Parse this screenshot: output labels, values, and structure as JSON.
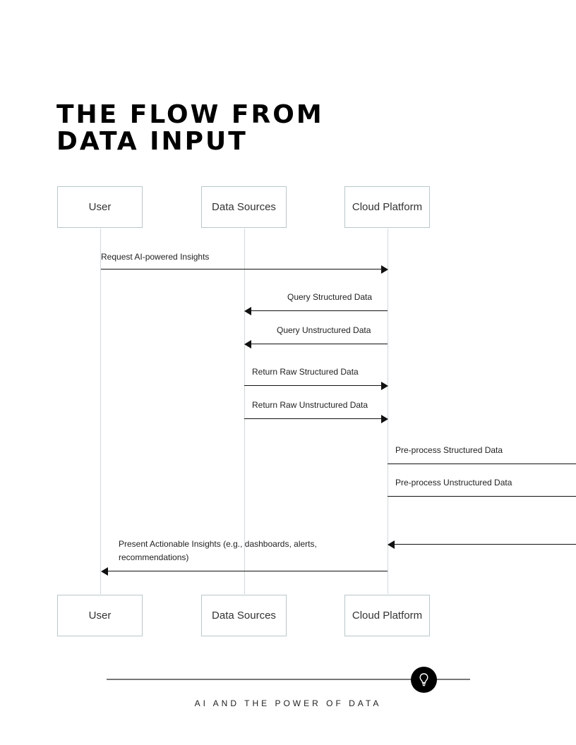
{
  "title": {
    "line1": "THE FLOW FROM",
    "line2": "DATA INPUT"
  },
  "participants": {
    "user": "User",
    "data_sources": "Data Sources",
    "cloud_platform": "Cloud Platform"
  },
  "messages": {
    "m1": "Request AI-powered Insights",
    "m2": "Query Structured Data",
    "m3": "Query Unstructured Data",
    "m4": "Return Raw Structured Data",
    "m5": "Return Raw Unstructured Data",
    "m6": "Pre-process Structured Data",
    "m7": "Pre-process Unstructured Data",
    "m8": "Present Actionable Insights (e.g., dashboards, alerts, recommendations)"
  },
  "footer": {
    "text": "AI AND THE POWER OF DATA",
    "badge_icon": "idea-bulb-icon"
  }
}
